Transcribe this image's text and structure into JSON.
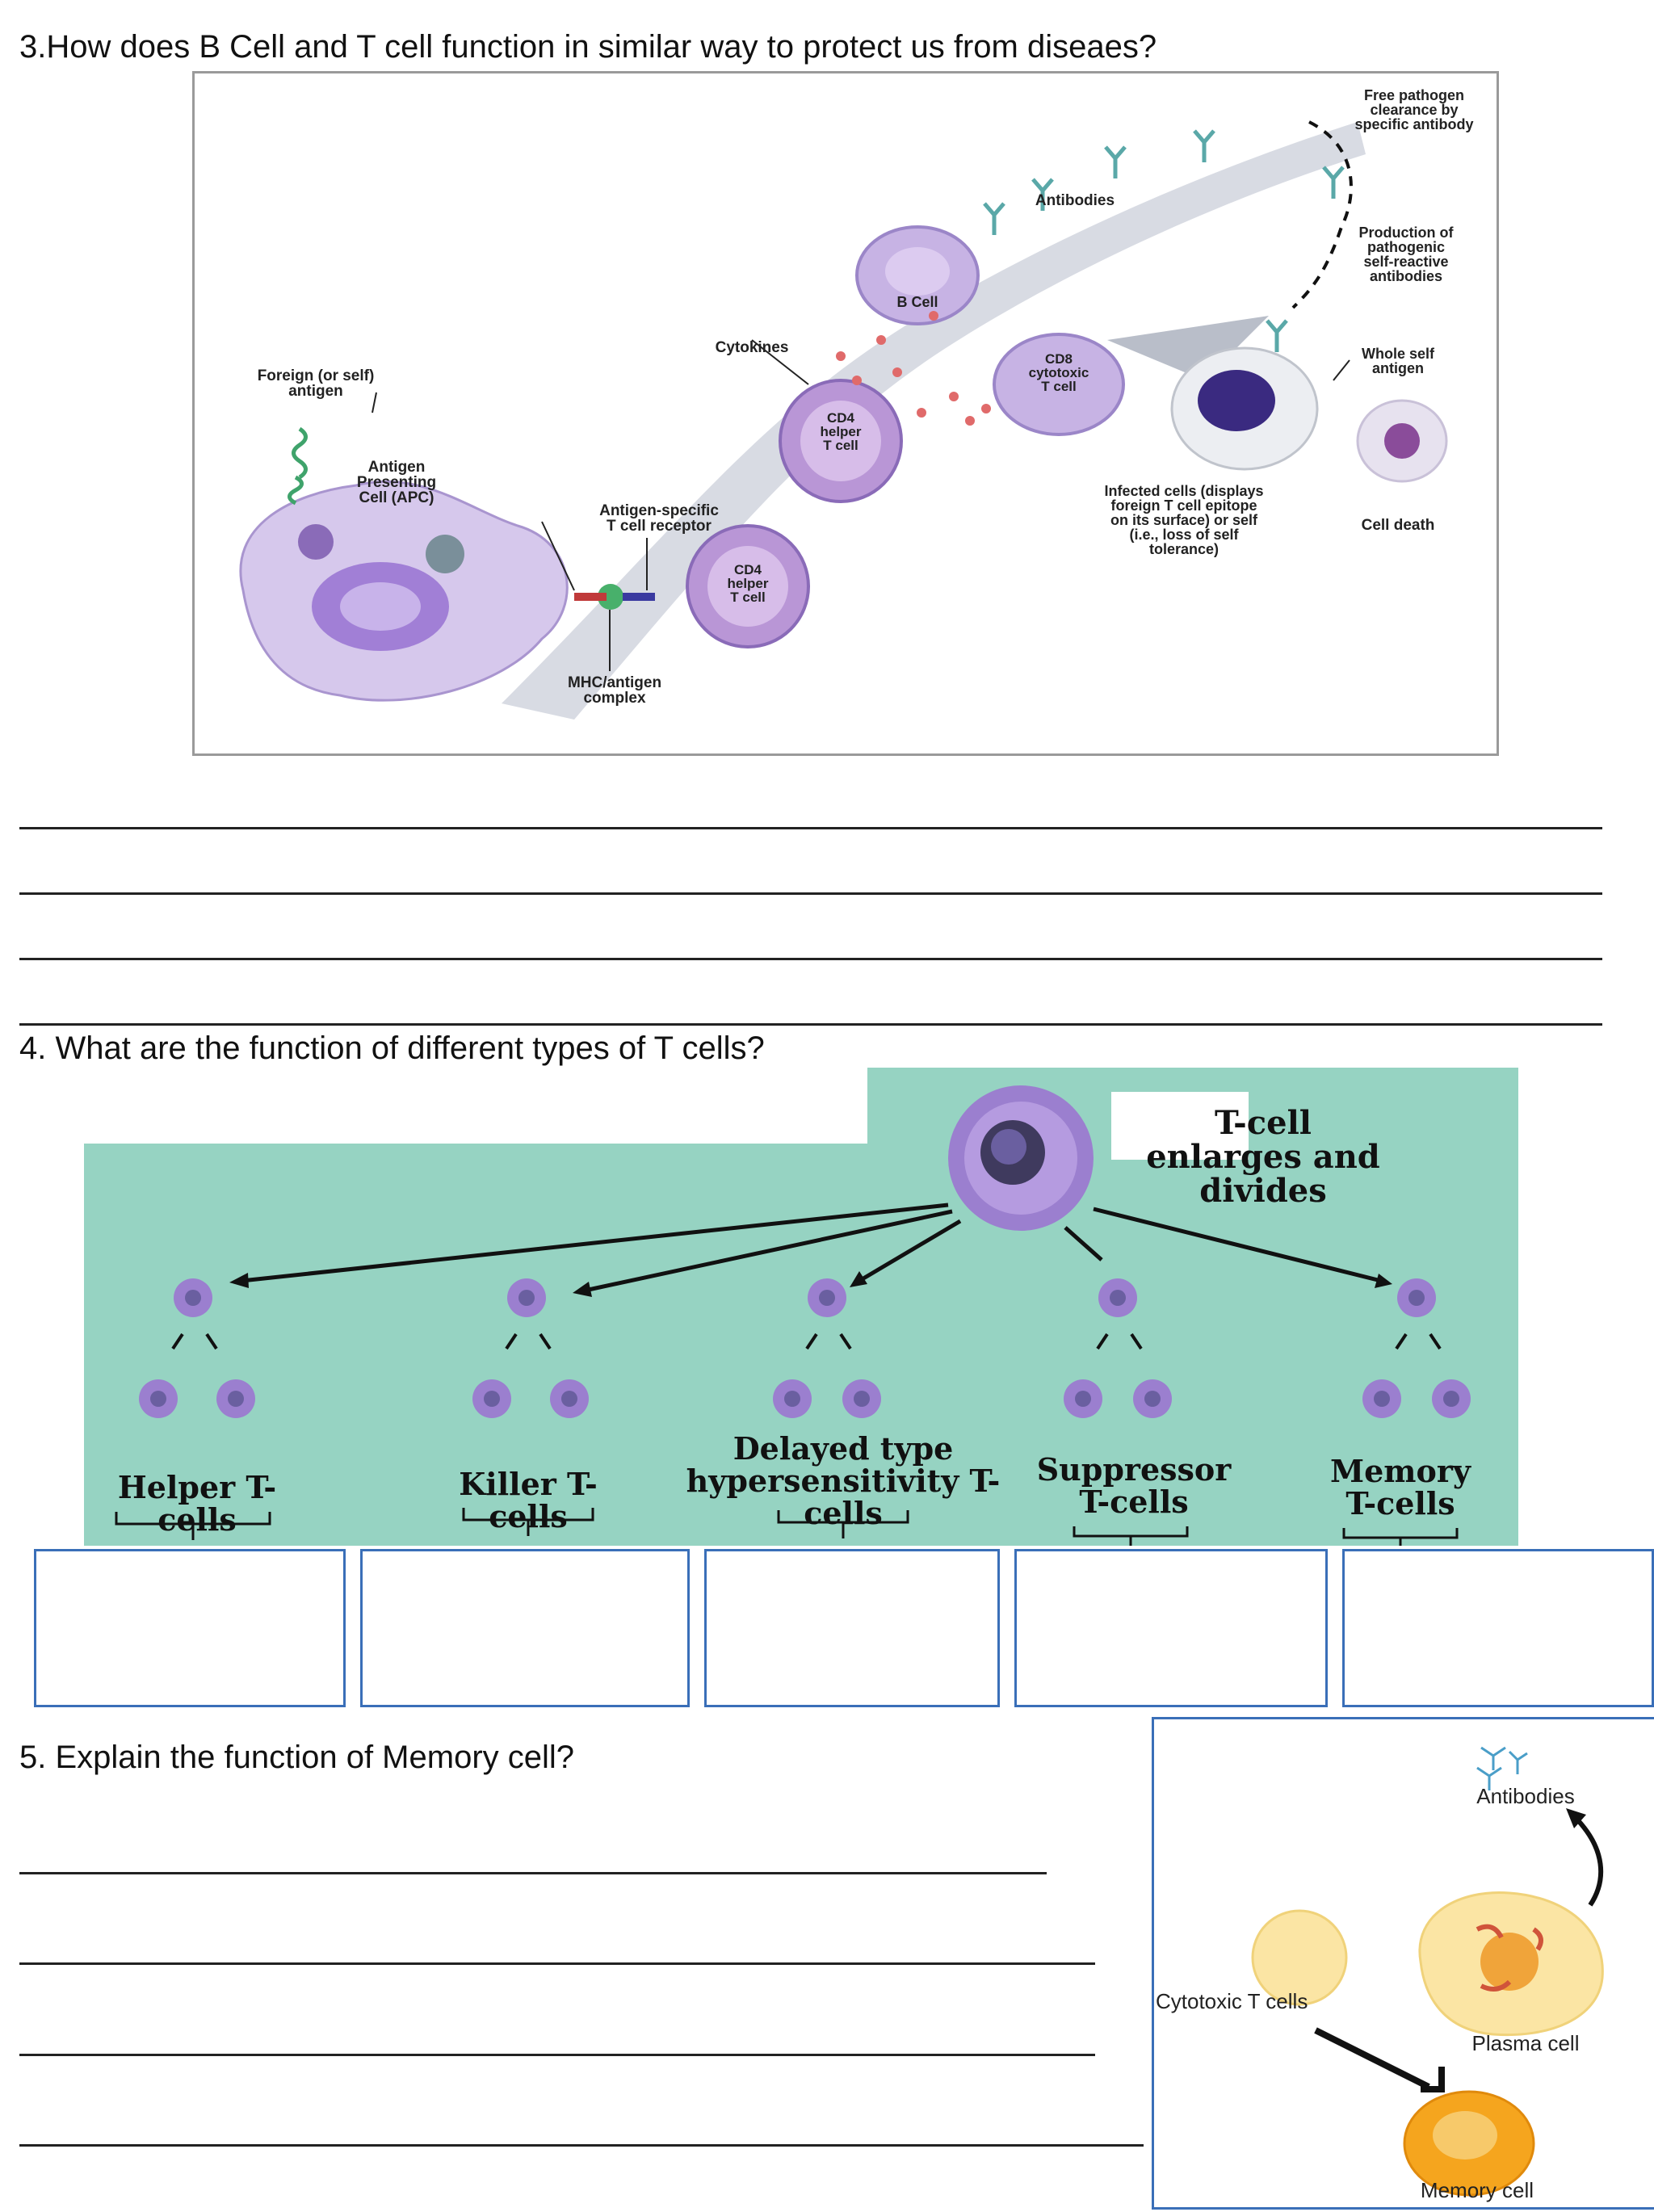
{
  "q3": {
    "question": "3.How does B Cell and T cell function in similar way  to protect  us from diseaes?",
    "labels": {
      "free_pathogen": "Free pathogen\nclearance by\nspecific antibody",
      "antibodies": "Antibodies",
      "production": "Production of\npathogenic\nself-reactive\nantibodies",
      "b_cell": "B Cell",
      "cytokines": "Cytokines",
      "whole_self_antigen": "Whole self\nantigen",
      "cd8": "CD8\ncytotoxic\nT cell",
      "foreign_antigen": "Foreign (or self)\nantigen",
      "cd4_upper": "CD4\nhelper\nT cell",
      "apc": "Antigen\nPresenting\nCell (APC)",
      "infected": "Infected cells (displays\nforeign T cell epitope\non its surface) or self\n(i.e., loss of self\ntolerance)",
      "cell_death": "Cell death",
      "tcr": "Antigen-specific\nT cell receptor",
      "cd4_lower": "CD4\nhelper\nT cell",
      "mhc": "MHC/antigen\ncomplex"
    }
  },
  "q4": {
    "question": "4. What are the function of different types of T cells?",
    "enlarges": "T-cell\nenlarges and divides",
    "types": [
      {
        "label": "Helper T-cells"
      },
      {
        "label": "Killer T-cells"
      },
      {
        "label": "Delayed type\nhypersensitivity T-cells"
      },
      {
        "label": "Suppressor\nT-cells"
      },
      {
        "label": "Memory\nT-cells"
      }
    ]
  },
  "q5": {
    "question": "5. Explain the function of Memory cell?",
    "labels": {
      "antibodies": "Antibodies",
      "cytotoxic": "Cytotoxic T cells",
      "plasma": "Plasma cell",
      "memory": "Memory cell"
    }
  },
  "colors": {
    "teal_panel": "#96d3c2",
    "cell_purple": "#9b7fcf",
    "box_border": "#3a6fb8"
  }
}
